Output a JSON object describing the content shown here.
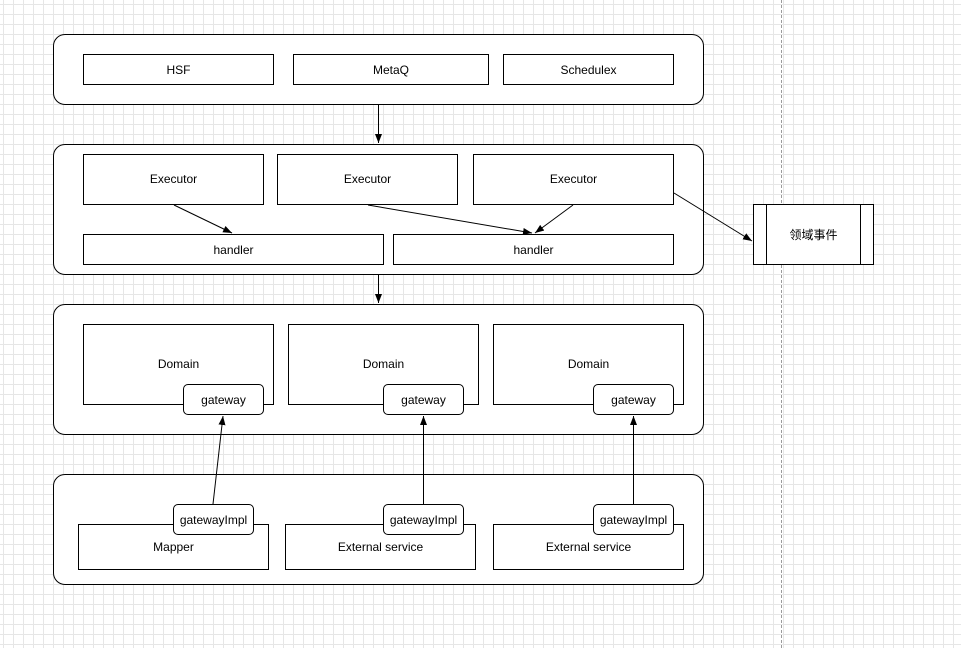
{
  "diagram": {
    "access_layer": {
      "items": [
        "HSF",
        "MetaQ",
        "Schedulex"
      ]
    },
    "app_layer": {
      "executors": [
        "Executor",
        "Executor",
        "Executor"
      ],
      "handlers": [
        "handler",
        "handler"
      ]
    },
    "domain_layer": {
      "domains": [
        "Domain",
        "Domain",
        "Domain"
      ],
      "gateways": [
        "gateway",
        "gateway",
        "gateway"
      ]
    },
    "infra_layer": {
      "components": [
        "Mapper",
        "External service",
        "External service"
      ],
      "impls": [
        "gatewayImpl",
        "gatewayImpl",
        "gatewayImpl"
      ]
    },
    "domain_event": {
      "label": "领域事件"
    }
  }
}
